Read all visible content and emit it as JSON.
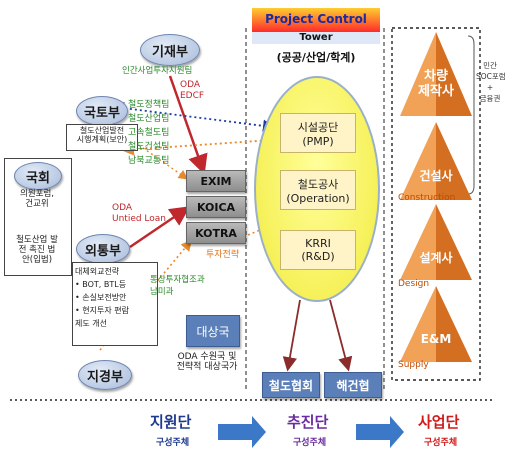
{
  "project_control": {
    "title": "Project Control",
    "subtitle": "Tower",
    "desc": "(공공/산업/학계)"
  },
  "left_nodes": {
    "gijaebu": "기재부",
    "gijaebu_team": "인간사업투자지원팀",
    "oda_edcf": [
      "ODA",
      "EDCF"
    ],
    "gukto": "국토부",
    "gukto_plan": [
      "철도산업발전",
      "시행계획(보안)"
    ],
    "gukto_teams": [
      "철도정책팀",
      "철도산업팀",
      "고속철도팀",
      "철도건설팀",
      "남북교통팀"
    ],
    "gukhoe": "국회",
    "gukhoe_desc": [
      "의원포럼,",
      "건교위"
    ],
    "gukhoe_desc2": [
      "철도산업 발",
      "전 촉진 법",
      "안(입법)"
    ],
    "oetong": "외통부",
    "oetong_list": [
      "대체외교전략",
      "• BOT, BTL등",
      "• 손실보전방안",
      "• 현지투자 편람",
      "  제도 개선"
    ],
    "oda_untied": [
      "ODA",
      "Untied Loan"
    ],
    "tongsang": [
      "통상투자협조과",
      "남미과"
    ],
    "jigyeong": "지경부"
  },
  "finance": [
    "EXIM",
    "KOICA",
    "KOTRA"
  ],
  "invest_strategy": "투자전략",
  "target_country": "대상국",
  "target_desc": [
    "ODA 수원국 및",
    "전략적 대상국가"
  ],
  "center_boxes": [
    {
      "label": [
        "시설공단",
        "(PMP)"
      ]
    },
    {
      "label": [
        "철도공사",
        "(Operation)"
      ]
    },
    {
      "label": [
        "KRRI",
        "(R&D)"
      ]
    }
  ],
  "bottom_assoc": [
    "철도협회",
    "해건협"
  ],
  "pyramids": [
    {
      "label": [
        "차량",
        "제작사"
      ],
      "sub": ""
    },
    {
      "label": [
        "건설사"
      ],
      "sub": "Construction"
    },
    {
      "label": [
        "설계사"
      ],
      "sub": "Design"
    },
    {
      "label": [
        "E&M"
      ],
      "sub": "Supply"
    }
  ],
  "side_note": [
    "민간",
    "SOC포럼",
    "+",
    "금융권"
  ],
  "footer": [
    {
      "title": "지원단",
      "sub": "구성주체",
      "color": "#1f3b8f"
    },
    {
      "title": "추진단",
      "sub": "구성주체",
      "color": "#6a2ca0"
    },
    {
      "title": "사업단",
      "sub": "구성주체",
      "color": "#d11a1a"
    }
  ],
  "colors": {
    "red_arrow": "#c0282d",
    "blue_dot": "#1c3aa8",
    "orange_dot": "#e8892a",
    "footer_arrow": "#3b78c7"
  }
}
